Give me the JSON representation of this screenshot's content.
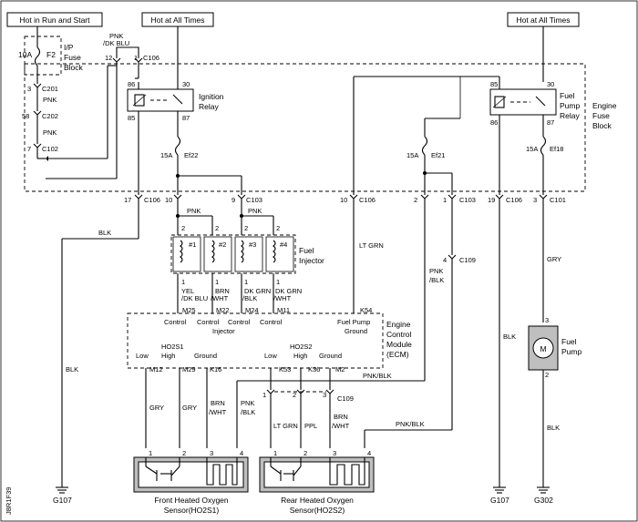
{
  "fuses": {
    "hot_run_start": "Hot in Run and Start",
    "hot_all_times_1": "Hot at All Times",
    "hot_all_times_2": "Hot at All Times",
    "fuse_10a": "10A",
    "fuse_f2": "F2",
    "ip_fuse_block": [
      "I/P",
      "Fuse",
      "Block"
    ],
    "fuse_15a_1": "15A",
    "ef22": "Ef22",
    "fuse_15a_2": "15A",
    "ef21": "Ef21",
    "fuse_15a_3": "15A",
    "ef18": "Ef18",
    "engine_fuse_block": [
      "Engine",
      "Fuse",
      "Block"
    ]
  },
  "relays": {
    "ignition": [
      "Ignition",
      "Relay"
    ],
    "fuel_pump": [
      "Fuel",
      "Pump",
      "Relay"
    ],
    "pins": {
      "p86": "86",
      "p30": "30",
      "p85": "85",
      "p87": "87"
    }
  },
  "connectors": {
    "c106": "C106",
    "c201": "C201",
    "c202": "C202",
    "c102": "C102",
    "c103": "C103",
    "c101": "C101",
    "c109": "C109",
    "n12": "12",
    "n1": "1",
    "n3": "3",
    "n58": "58",
    "n7": "7",
    "n17": "17",
    "n10": "10",
    "n9": "9",
    "n2": "2",
    "n19": "19",
    "n4": "4"
  },
  "wires": {
    "pnk": "PNK",
    "pnk_dk_blu": [
      "PNK",
      "/DK BLU"
    ],
    "blk": "BLK",
    "lt_grn": "LT GRN",
    "pnk_blk": [
      "PNK",
      "/BLK"
    ],
    "pnk_blk_h": "PNK/BLK",
    "gry": "GRY",
    "brn_wht": [
      "BRN",
      "/WHT"
    ],
    "ppl": "PPL",
    "yel_dk_blu": [
      "YEL",
      "/DK BLU"
    ],
    "dk_grn_blk": [
      "DK GRN",
      "/BLK"
    ],
    "dk_grn_wht": [
      "DK GRN",
      "/WHT"
    ]
  },
  "injectors": {
    "labels": [
      "#1",
      "#2",
      "#3",
      "#4"
    ],
    "title": [
      "Fuel",
      "Injector"
    ]
  },
  "ecm": {
    "title": [
      "Engine",
      "Control",
      "Module",
      "(ECM)"
    ],
    "pins": [
      "M25",
      "M22",
      "M24",
      "M11",
      "K54",
      "M12",
      "M29",
      "K16",
      "K53",
      "K36",
      "M2"
    ],
    "control": "Control",
    "injector": "Injector",
    "fuel_pump": "Fuel Pump",
    "ground": "Ground",
    "ho2s1": "HO2S1",
    "ho2s2": "HO2S2",
    "low": "Low",
    "high": "High"
  },
  "sensors": {
    "front": [
      "Front Heated Oxygen",
      "Sensor(HO2S1)"
    ],
    "rear": [
      "Rear Heated Oxygen",
      "Sensor(HO2S2)"
    ]
  },
  "fuel_pump": {
    "label": [
      "Fuel",
      "Pump"
    ],
    "motor": "M"
  },
  "grounds": {
    "g107a": "G107",
    "g107b": "G107",
    "g302": "G302"
  },
  "diagram_id": "J8R1F39"
}
